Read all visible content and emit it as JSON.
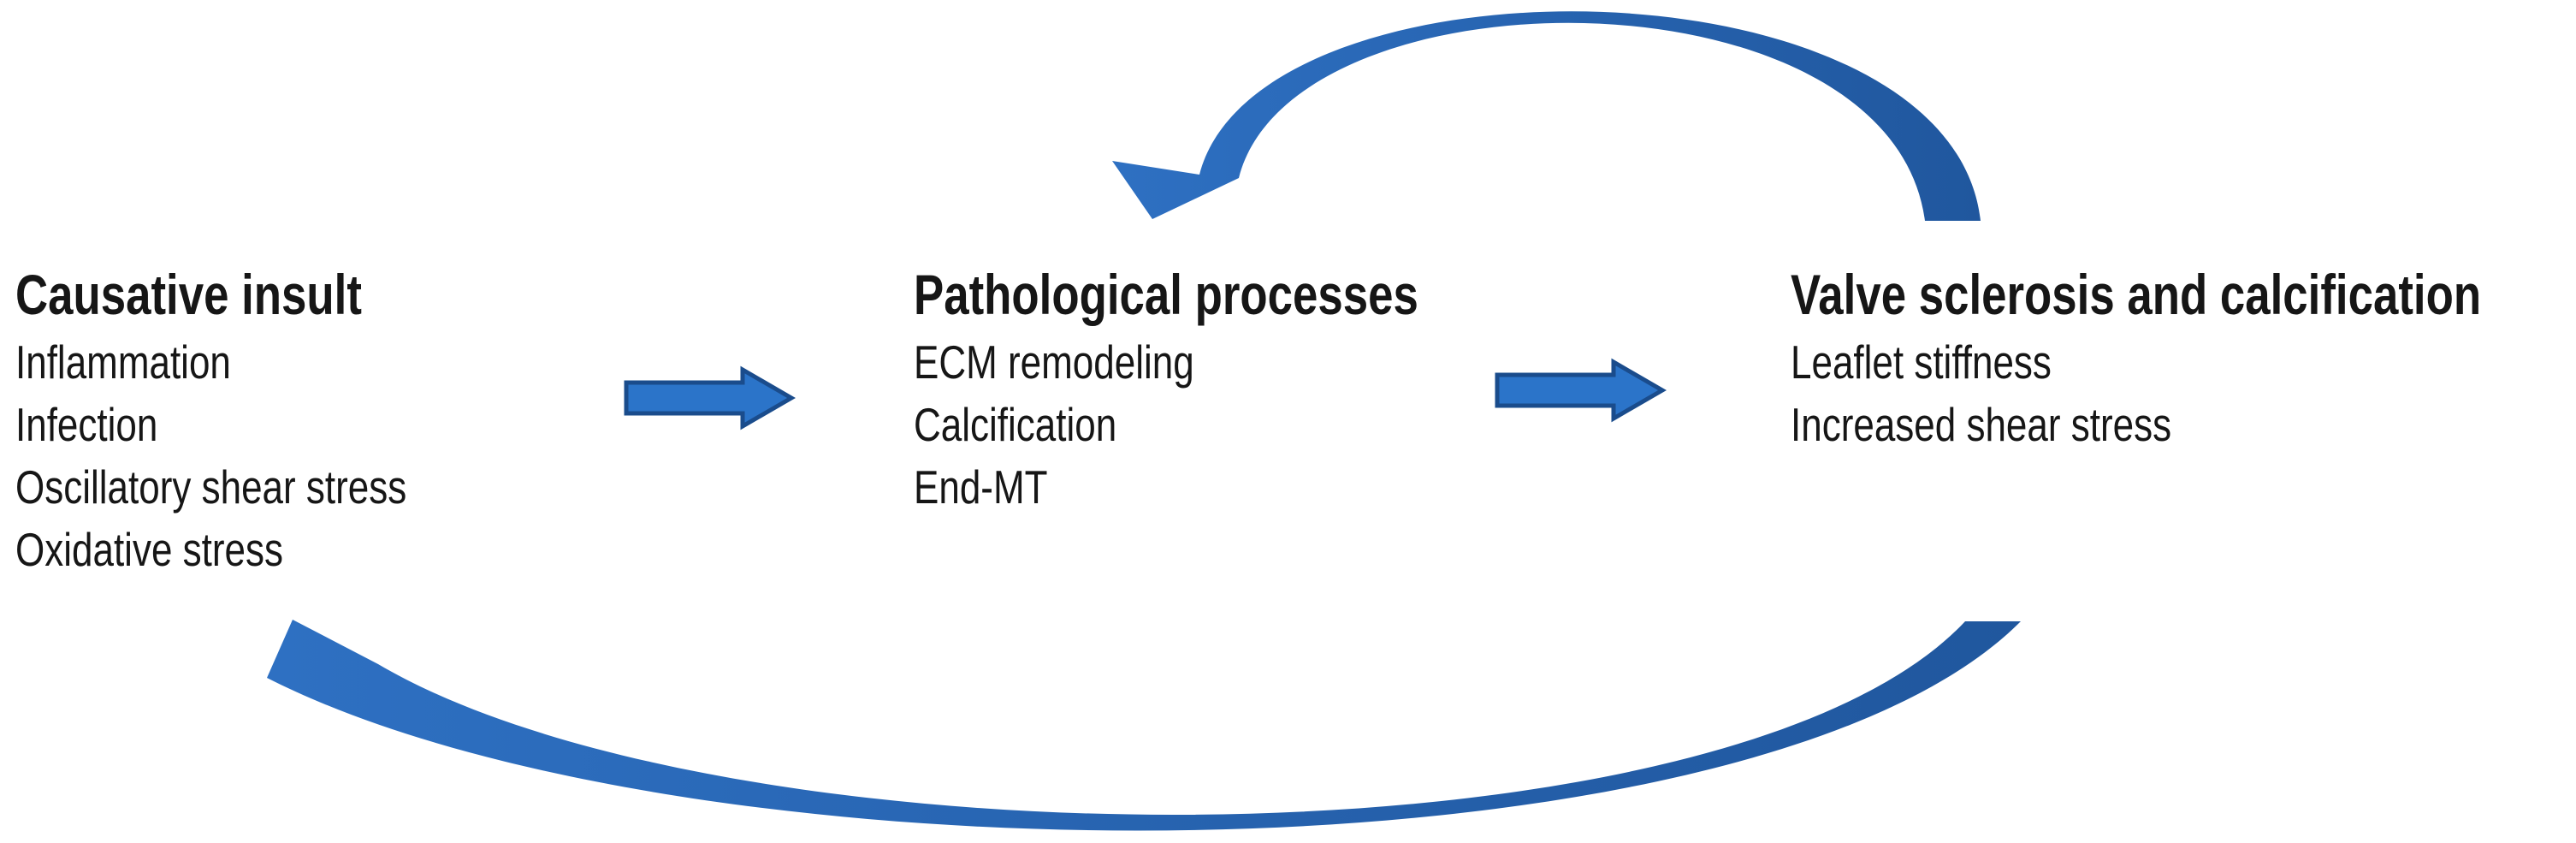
{
  "figure": {
    "background": "#ffffff",
    "text_color": "#161616",
    "columns": [
      {
        "header": "Causative insult",
        "items": [
          "Inflammation",
          "Infection",
          "Oscillatory shear stress",
          "Oxidative stress"
        ]
      },
      {
        "header": "Pathological processes",
        "items": [
          "ECM remodeling",
          "Calcification",
          "End-MT"
        ]
      },
      {
        "header": "Valve sclerosis and calcification",
        "items": [
          "Leaflet stiffness",
          "Increased shear stress"
        ]
      }
    ],
    "arrows": {
      "straight_fill": "#2B74C9",
      "straight_border": "#1A4C8C",
      "curved_light": "#2E70C2",
      "curved_dark": "#20579E"
    }
  }
}
